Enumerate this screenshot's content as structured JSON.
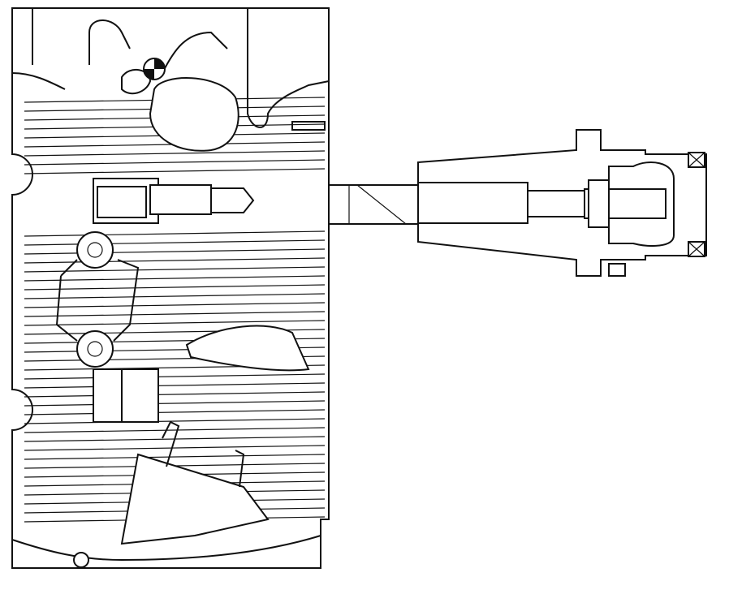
{
  "diagram": {
    "colors": {
      "stroke": "#111111",
      "background": "#ffffff"
    },
    "components": [
      "cylinder-head-housing",
      "tool-shaft",
      "tool-holder",
      "crosshair-marker"
    ]
  }
}
